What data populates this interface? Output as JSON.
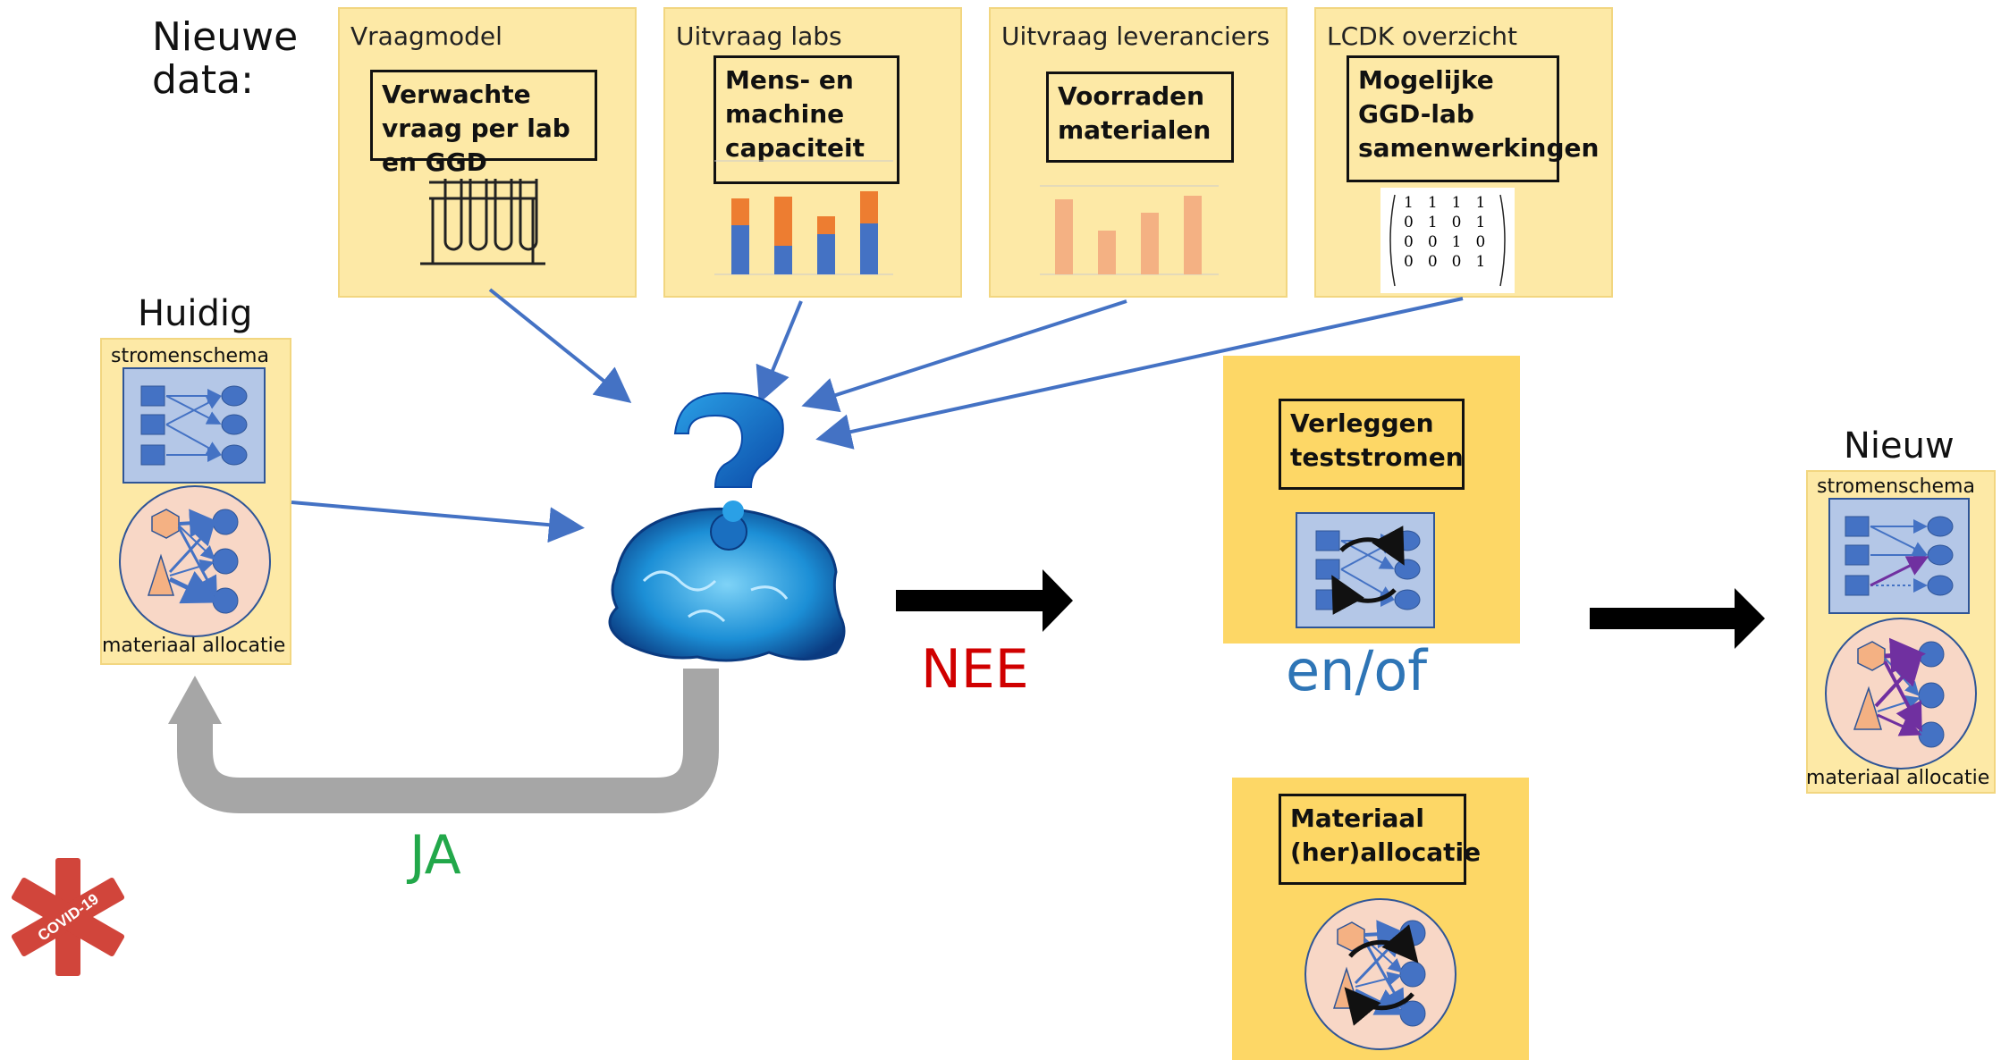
{
  "new_data_label": "Nieuwe\ndata:",
  "panels": [
    {
      "title": "Vraagmodel",
      "box": "Verwachte vraag per lab en GGD"
    },
    {
      "title": "Uitvraag labs",
      "box": "Mens- en machine capaciteit"
    },
    {
      "title": "Uitvraag leveranciers",
      "box": "Voorraden materialen"
    },
    {
      "title": "LCDK overzicht",
      "box": "Mogelijke GGD-lab samenwerkingen"
    }
  ],
  "matrix": [
    [
      "1",
      "1",
      "1",
      "1"
    ],
    [
      "0",
      "1",
      "0",
      "1"
    ],
    [
      "0",
      "0",
      "1",
      "0"
    ],
    [
      "0",
      "0",
      "0",
      "1"
    ]
  ],
  "current": {
    "title": "Huidig",
    "top_label": "stromenschema",
    "bottom_label": "materiaal allocatie"
  },
  "new": {
    "title": "Nieuw",
    "top_label": "stromenschema",
    "bottom_label": "materiaal allocatie"
  },
  "decision": {
    "no": "NEE",
    "yes": "JA",
    "andor": "en/of"
  },
  "actions": [
    {
      "box": "Verleggen teststromen"
    },
    {
      "box": "Materiaal (her)allocatie"
    }
  ],
  "logo_text": "COVID-19",
  "colors": {
    "panel": "#fde9a6",
    "orange_panel": "#fdd766",
    "arrow_blue": "#4472c4",
    "no_red": "#d00000",
    "yes_green": "#22a84a",
    "andor_blue": "#2e75b6"
  }
}
